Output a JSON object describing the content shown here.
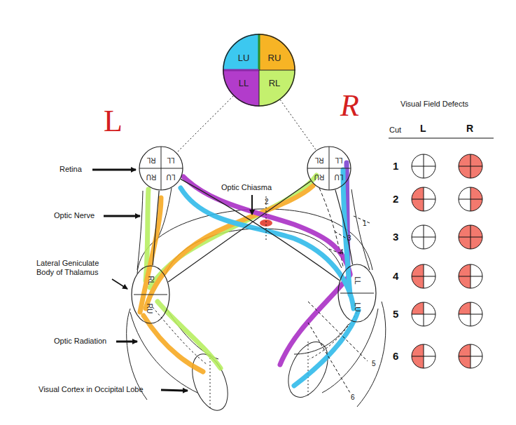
{
  "diagram": {
    "nodes": [
      {
        "text": [
          "LU",
          "RU",
          "LL",
          "RL"
        ]
      },
      {
        "text": [
          "RL",
          "LL",
          "RU",
          "LU"
        ]
      },
      {
        "text": [
          "RL",
          "LL",
          "RU",
          "LU"
        ]
      },
      {
        "text": [
          "RL",
          "RU"
        ]
      },
      {
        "text": [
          "LL",
          "LU"
        ]
      }
    ],
    "edges": [
      {
        "from": 0,
        "to": 1,
        "arrow": "none"
      },
      {
        "from": 0,
        "to": 2,
        "arrow": "none"
      },
      {
        "from": 1,
        "to": 3,
        "arrow": "none"
      },
      {
        "from": 1,
        "to": 4,
        "arrow": "none"
      },
      {
        "from": 2,
        "to": 4,
        "arrow": "none"
      },
      {
        "from": 2,
        "to": 3,
        "arrow": "none"
      }
    ],
    "labels": [
      "L",
      "R",
      "Retina",
      "Optic Nerve",
      "Lateral Geniculate Body of Thalamus",
      "Optic Radiation",
      "Visual Cortex in Occipital Lobe",
      "Optic Chiasma",
      "2",
      "1",
      "3",
      "4",
      "5",
      "6",
      "Visual Field Defects",
      "Cut",
      "L",
      "R",
      "1",
      "2",
      "3",
      "4",
      "5",
      "6"
    ]
  }
}
